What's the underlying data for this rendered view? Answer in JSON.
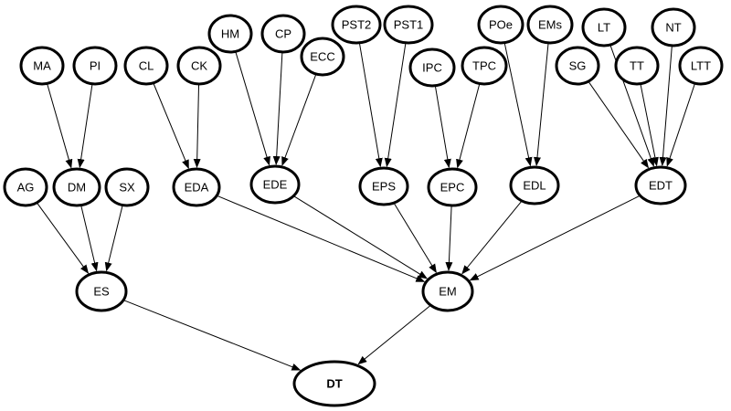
{
  "nodes": [
    {
      "id": "MA",
      "label": "MA",
      "bold": false
    },
    {
      "id": "PI",
      "label": "PI",
      "bold": false
    },
    {
      "id": "CL",
      "label": "CL",
      "bold": false
    },
    {
      "id": "CK",
      "label": "CK",
      "bold": false
    },
    {
      "id": "HM",
      "label": "HM",
      "bold": false
    },
    {
      "id": "CP",
      "label": "CP",
      "bold": false
    },
    {
      "id": "ECC",
      "label": "ECC",
      "bold": false
    },
    {
      "id": "PST2",
      "label": "PST2",
      "bold": false
    },
    {
      "id": "PST1",
      "label": "PST1",
      "bold": false
    },
    {
      "id": "IPC",
      "label": "IPC",
      "bold": false
    },
    {
      "id": "TPC",
      "label": "TPC",
      "bold": false
    },
    {
      "id": "POe",
      "label": "POe",
      "bold": false
    },
    {
      "id": "EMs",
      "label": "EMs",
      "bold": false
    },
    {
      "id": "LT",
      "label": "LT",
      "bold": false
    },
    {
      "id": "NT",
      "label": "NT",
      "bold": false
    },
    {
      "id": "SG",
      "label": "SG",
      "bold": false
    },
    {
      "id": "TT",
      "label": "TT",
      "bold": false
    },
    {
      "id": "LTT",
      "label": "LTT",
      "bold": false
    },
    {
      "id": "AG",
      "label": "AG",
      "bold": false
    },
    {
      "id": "DM",
      "label": "DM",
      "bold": false
    },
    {
      "id": "SX",
      "label": "SX",
      "bold": false
    },
    {
      "id": "EDA",
      "label": "EDA",
      "bold": false
    },
    {
      "id": "EDE",
      "label": "EDE",
      "bold": false
    },
    {
      "id": "EPS",
      "label": "EPS",
      "bold": false
    },
    {
      "id": "EPC",
      "label": "EPC",
      "bold": false
    },
    {
      "id": "EDL",
      "label": "EDL",
      "bold": false
    },
    {
      "id": "EDT",
      "label": "EDT",
      "bold": false
    },
    {
      "id": "ES",
      "label": "ES",
      "bold": false
    },
    {
      "id": "EM",
      "label": "EM",
      "bold": false
    },
    {
      "id": "DT",
      "label": "DT",
      "bold": true
    }
  ],
  "edges": [
    {
      "from": "MA",
      "to": "DM"
    },
    {
      "from": "PI",
      "to": "DM"
    },
    {
      "from": "CL",
      "to": "EDA"
    },
    {
      "from": "CK",
      "to": "EDA"
    },
    {
      "from": "HM",
      "to": "EDE"
    },
    {
      "from": "CP",
      "to": "EDE"
    },
    {
      "from": "ECC",
      "to": "EDE"
    },
    {
      "from": "PST2",
      "to": "EPS"
    },
    {
      "from": "PST1",
      "to": "EPS"
    },
    {
      "from": "IPC",
      "to": "EPC"
    },
    {
      "from": "TPC",
      "to": "EPC"
    },
    {
      "from": "POe",
      "to": "EDL"
    },
    {
      "from": "EMs",
      "to": "EDL"
    },
    {
      "from": "SG",
      "to": "EDT"
    },
    {
      "from": "LT",
      "to": "EDT"
    },
    {
      "from": "TT",
      "to": "EDT"
    },
    {
      "from": "NT",
      "to": "EDT"
    },
    {
      "from": "LTT",
      "to": "EDT"
    },
    {
      "from": "AG",
      "to": "ES"
    },
    {
      "from": "DM",
      "to": "ES"
    },
    {
      "from": "SX",
      "to": "ES"
    },
    {
      "from": "EDA",
      "to": "EM"
    },
    {
      "from": "EDE",
      "to": "EM"
    },
    {
      "from": "EPS",
      "to": "EM"
    },
    {
      "from": "EPC",
      "to": "EM"
    },
    {
      "from": "EDL",
      "to": "EM"
    },
    {
      "from": "EDT",
      "to": "EM"
    },
    {
      "from": "ES",
      "to": "DT"
    },
    {
      "from": "EM",
      "to": "DT"
    }
  ]
}
